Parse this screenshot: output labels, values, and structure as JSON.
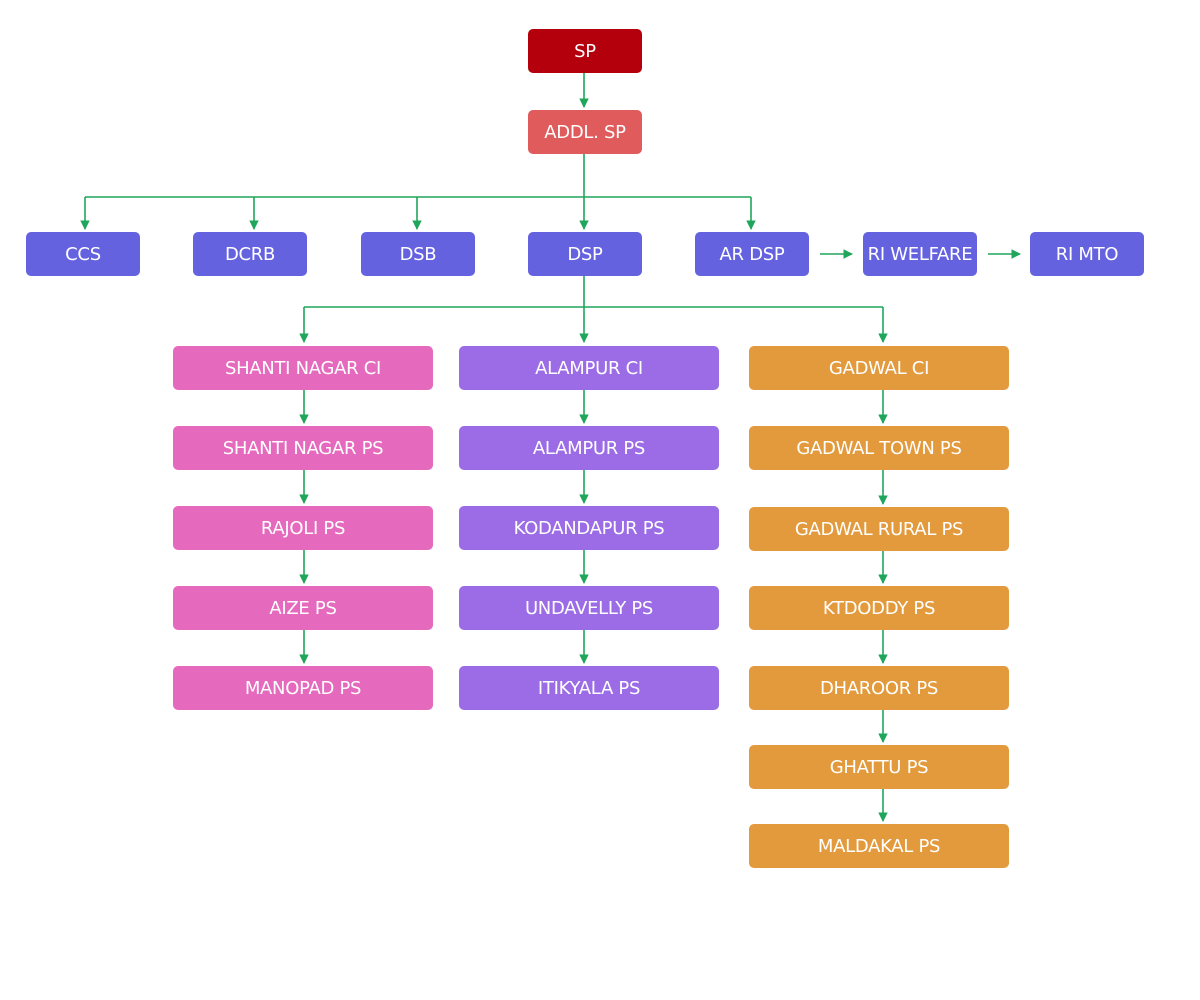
{
  "colors": {
    "sp": "#b3000c",
    "addl_sp": "#e05b5b",
    "unit": "#6562e0",
    "shanti": "#e56abe",
    "alampur": "#9b6ce5",
    "gadwal": "#e39a3c",
    "connector": "#1fa65a"
  },
  "top": {
    "sp": "SP",
    "addl_sp": "ADDL. SP"
  },
  "units": {
    "ccs": "CCS",
    "dcrb": "DCRB",
    "dsb": "DSB",
    "dsp": "DSP",
    "ar_dsp": "AR DSP",
    "ri_welfare": "RI WELFARE",
    "ri_mto": "RI MTO"
  },
  "shanti_nagar": [
    "SHANTI NAGAR CI",
    "SHANTI NAGAR PS",
    "RAJOLI PS",
    "AIZE PS",
    "MANOPAD PS"
  ],
  "alampur": [
    "ALAMPUR CI",
    "ALAMPUR PS",
    "KODANDAPUR PS",
    "UNDAVELLY PS",
    "ITIKYALA PS"
  ],
  "gadwal": [
    "GADWAL CI",
    "GADWAL TOWN PS",
    "GADWAL RURAL PS",
    "KTDODDY PS",
    "DHAROOR PS",
    "GHATTU PS",
    "MALDAKAL PS"
  ]
}
